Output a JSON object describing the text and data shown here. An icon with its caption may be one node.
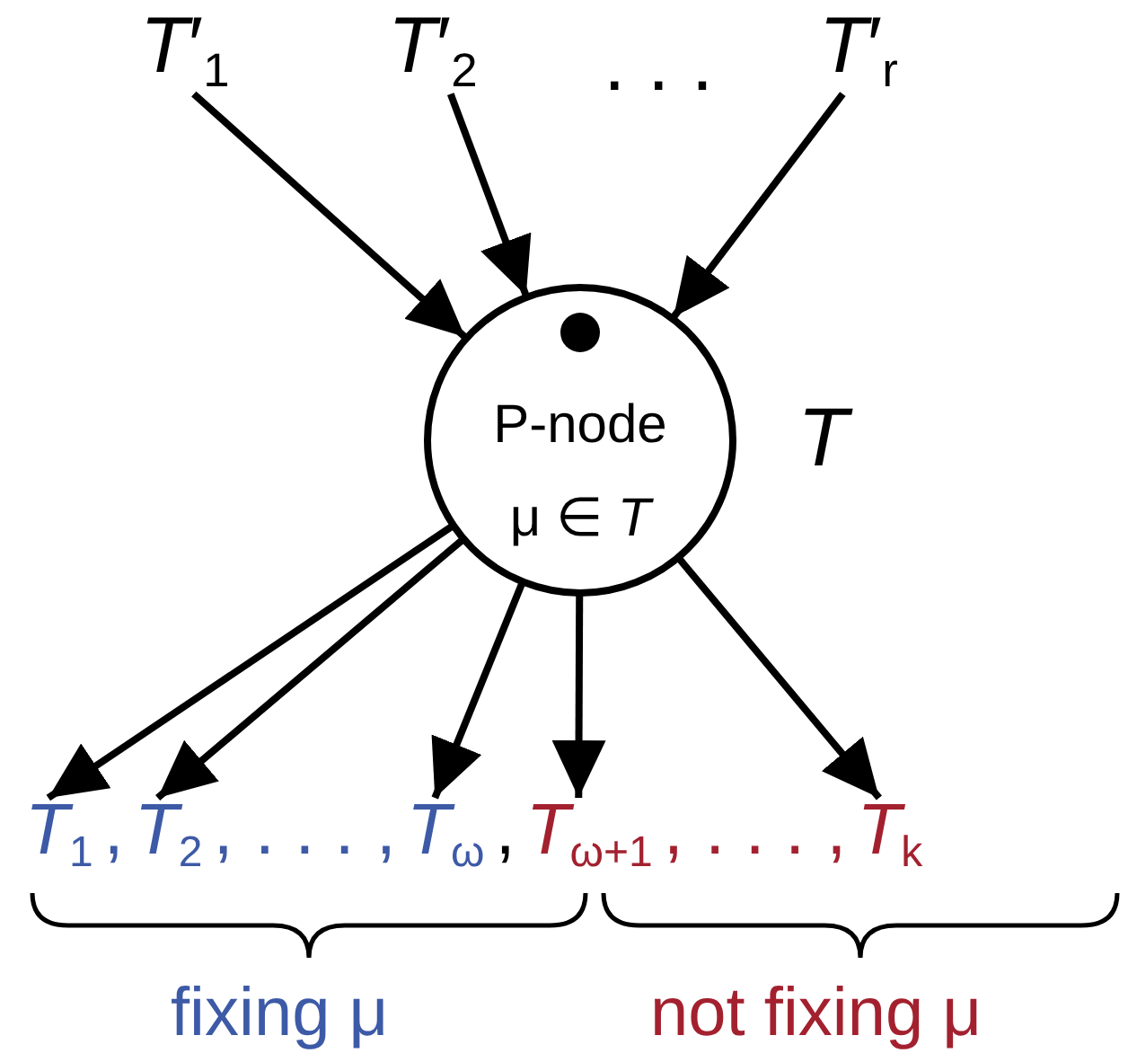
{
  "diagram": {
    "nodes": [
      {
        "text": [
          "*T*′$_{1}$"
        ]
      },
      {
        "text": [
          "*T*′$_{2}$"
        ]
      },
      {
        "text": [
          "*T*′$_{r}$"
        ]
      },
      {
        "text": [
          "P-node",
          "μ ∈ *T*"
        ],
        "beside": [
          "T"
        ]
      },
      {
        "text": [
          "*T*$_{1}$"
        ]
      },
      {
        "text": [
          "*T*$_{2}$"
        ]
      },
      {
        "text": [
          "*T*$_{ω}$"
        ]
      },
      {
        "text": [
          "*T*$_{ω+1}$"
        ]
      },
      {
        "text": [
          "*T*$_{k}$"
        ]
      }
    ],
    "edges": [
      {
        "from": 0,
        "to": 3,
        "arrow": "to"
      },
      {
        "from": 1,
        "to": 3,
        "arrow": "to"
      },
      {
        "from": 2,
        "to": 3,
        "arrow": "to"
      },
      {
        "from": 3,
        "to": 4,
        "arrow": "to"
      },
      {
        "from": 3,
        "to": 5,
        "arrow": "to"
      },
      {
        "from": 3,
        "to": 6,
        "arrow": "to"
      },
      {
        "from": 3,
        "to": 7,
        "arrow": "to"
      },
      {
        "from": 3,
        "to": 8,
        "arrow": "to"
      }
    ],
    "labels": [
      ". . .",
      ",",
      ",",
      ". . .",
      ",",
      ",",
      ",",
      ". . .",
      ",",
      "fixing μ",
      "not fixing μ"
    ]
  }
}
